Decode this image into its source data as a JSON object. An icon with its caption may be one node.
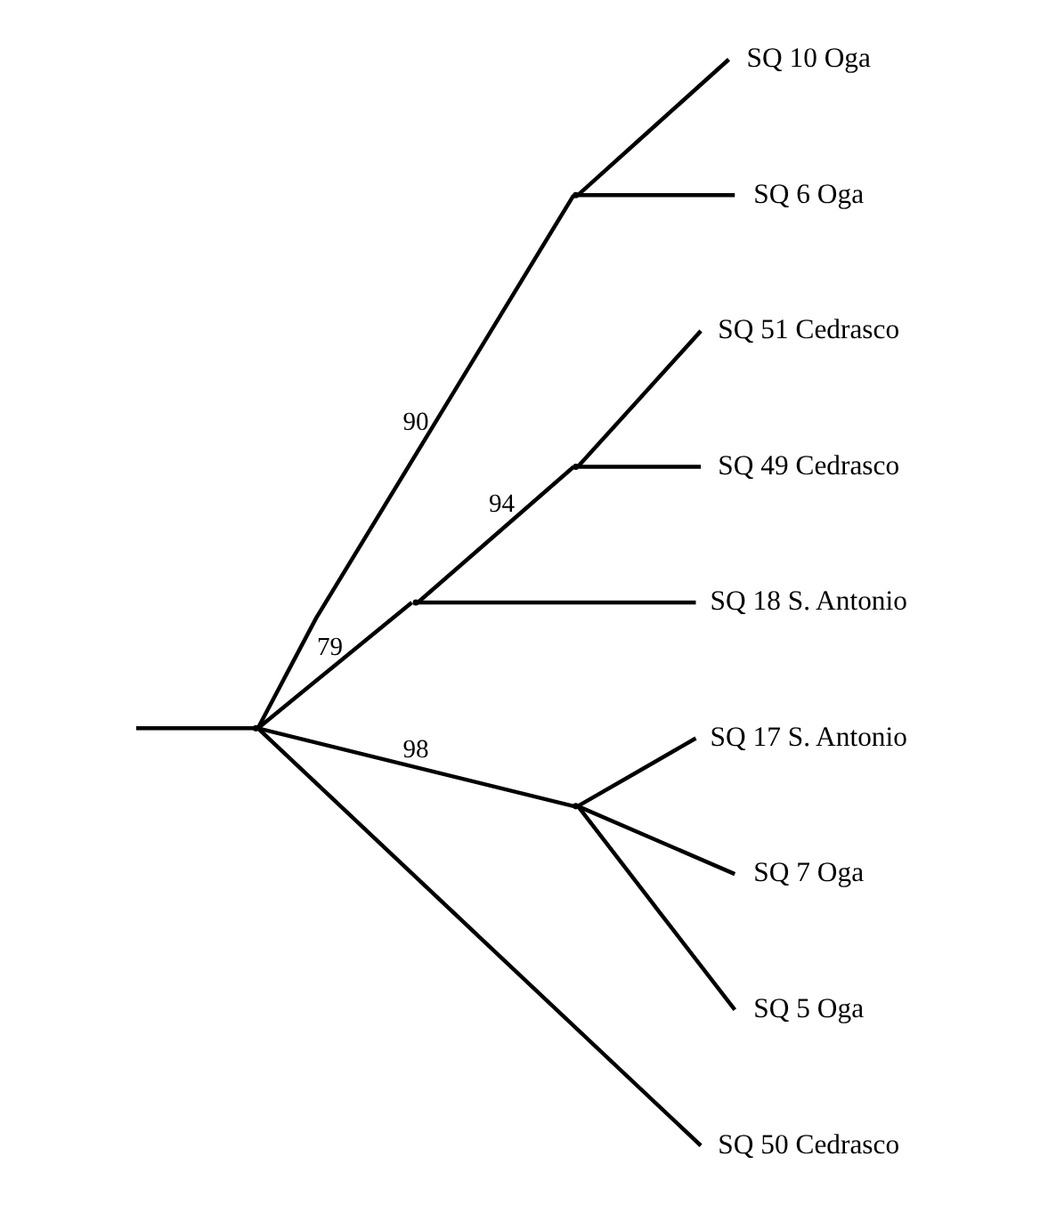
{
  "diagram": {
    "nodes": [
      {
        "text": [],
        "shape": "point"
      },
      {
        "text": [],
        "shape": "point"
      },
      {
        "text": [
          "SQ 10 Oga"
        ]
      },
      {
        "text": [
          "SQ 6 Oga"
        ]
      },
      {
        "text": [],
        "shape": "point"
      },
      {
        "text": [],
        "shape": "point"
      },
      {
        "text": [
          "SQ 51 Cedrasco"
        ]
      },
      {
        "text": [
          "SQ 49 Cedrasco"
        ]
      },
      {
        "text": [
          "SQ 18 S. Antonio"
        ]
      },
      {
        "text": [],
        "shape": "point"
      },
      {
        "text": [
          "SQ 17 S. Antonio"
        ]
      },
      {
        "text": [
          "SQ 7 Oga"
        ]
      },
      {
        "text": [
          "SQ 5 Oga"
        ]
      },
      {
        "text": [
          "SQ 50 Cedrasco"
        ]
      }
    ],
    "edges": [
      {
        "from": null,
        "to": 0,
        "arrow": "none"
      },
      {
        "from": 0,
        "to": 1,
        "arrow": "none",
        "label": "90"
      },
      {
        "from": 1,
        "to": 2,
        "arrow": "none"
      },
      {
        "from": 1,
        "to": 3,
        "arrow": "none"
      },
      {
        "from": 0,
        "to": 4,
        "arrow": "none",
        "label": "79"
      },
      {
        "from": 4,
        "to": 5,
        "arrow": "none",
        "label": "94"
      },
      {
        "from": 5,
        "to": 6,
        "arrow": "none"
      },
      {
        "from": 5,
        "to": 7,
        "arrow": "none"
      },
      {
        "from": 4,
        "to": 8,
        "arrow": "none"
      },
      {
        "from": 0,
        "to": 9,
        "arrow": "none",
        "label": "98"
      },
      {
        "from": 9,
        "to": 10,
        "arrow": "none"
      },
      {
        "from": 9,
        "to": 11,
        "arrow": "none"
      },
      {
        "from": 9,
        "to": 12,
        "arrow": "none"
      },
      {
        "from": 0,
        "to": 13,
        "arrow": "none"
      }
    ]
  }
}
